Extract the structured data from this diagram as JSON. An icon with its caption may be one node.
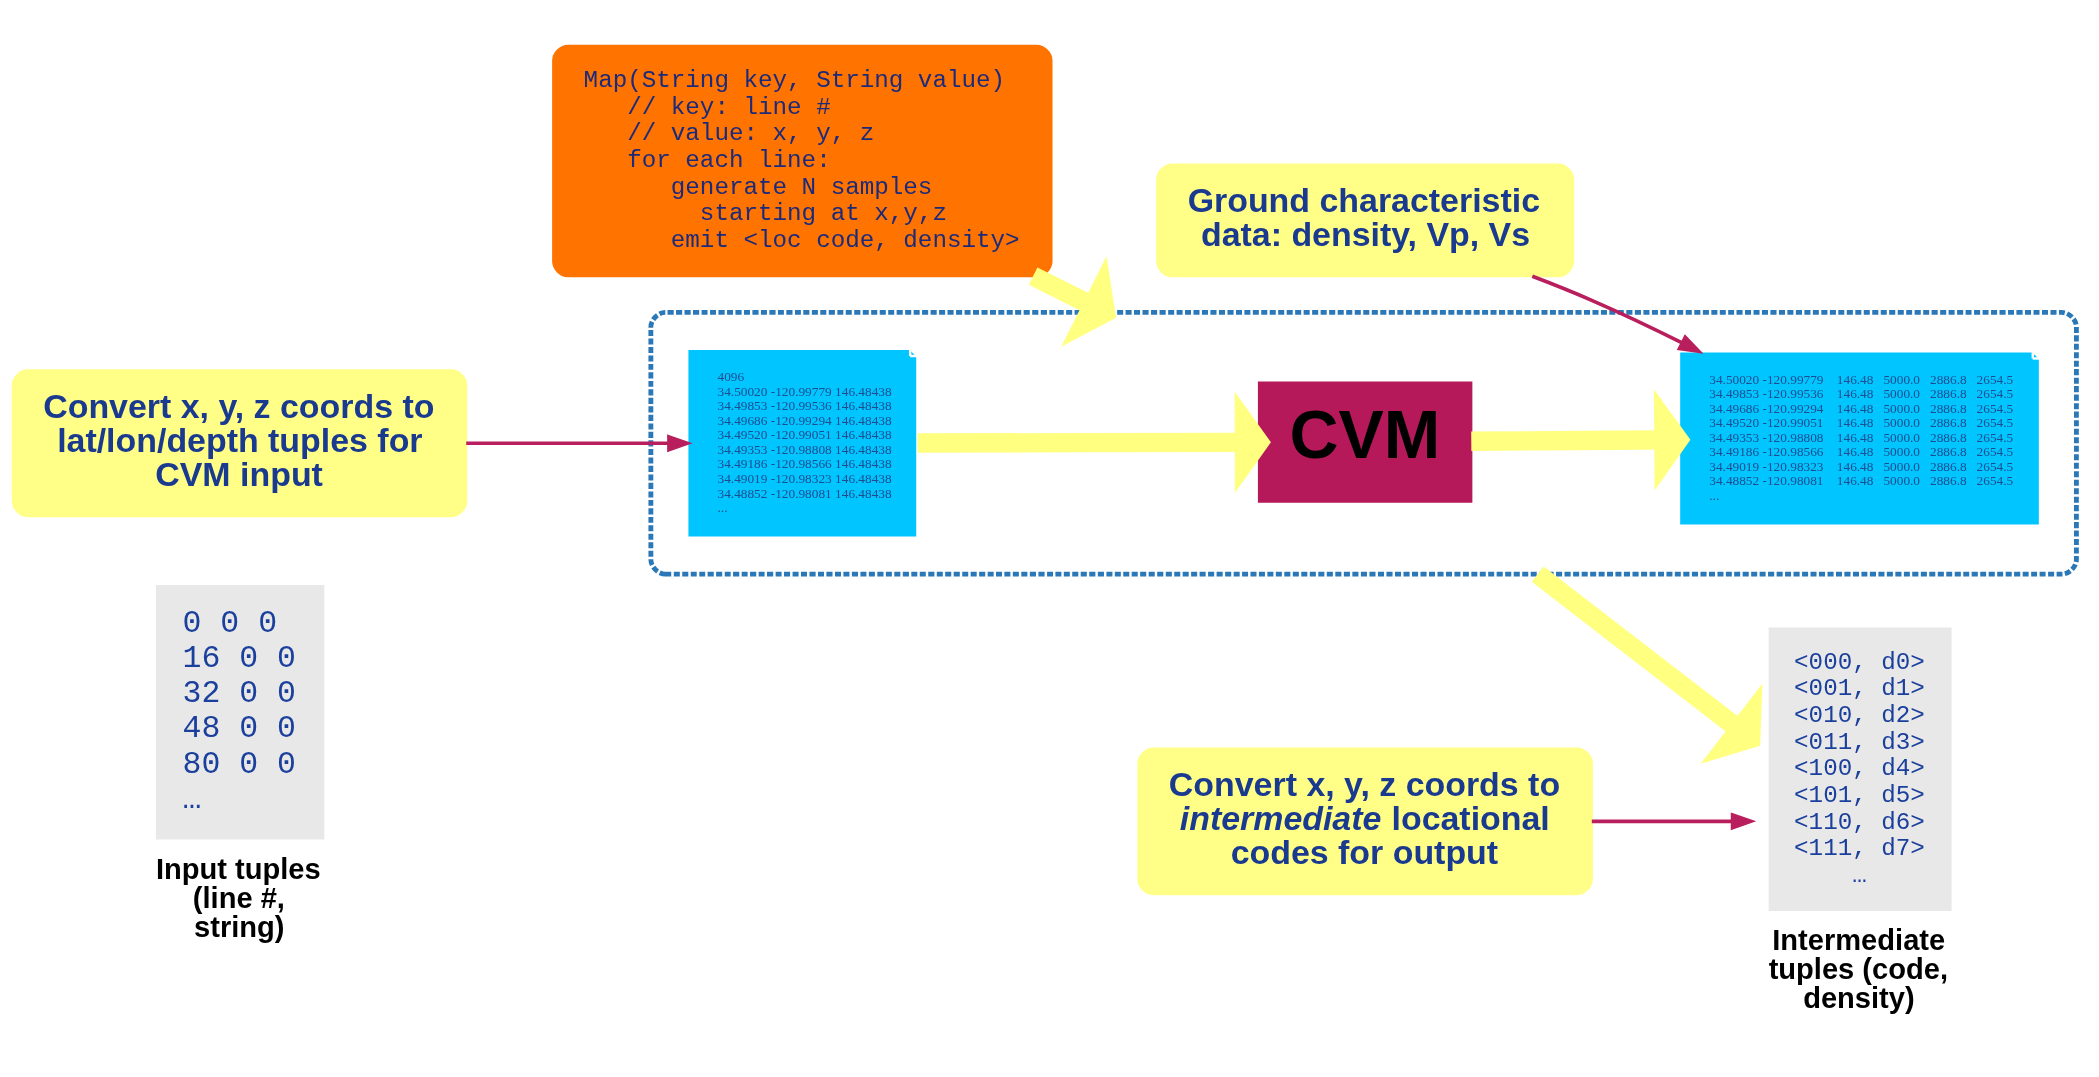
{
  "diagram": {
    "nodes": [
      {
        "text": [
          "0 0 0",
          "16 0 0",
          "32 0 0",
          "48 0 0",
          "80 0 0",
          "…"
        ],
        "beside": [
          "Input tuples (line #, string)"
        ]
      },
      {
        "text": [
          "Map(String key, String value)",
          "   // key: line #",
          "   // value: x, y, z",
          "   for each line:",
          "      generate N samples",
          "        starting at x,y,z",
          "      emit <loc code, density>"
        ]
      },
      {
        "text": [],
        "shape": "box"
      },
      {
        "text": [
          "4096",
          "34.50020 -120.99779 146.48438",
          "34.49853 -120.99536 146.48438",
          "34.49686 -120.99294 146.48438",
          "34.49520 -120.99051 146.48438",
          "34.49353 -120.98808 146.48438",
          "34.49186 -120.98566 146.48438",
          "34.49019 -120.98323 146.48438",
          "34.48852 -120.98081 146.48438",
          "..."
        ],
        "in": 2
      },
      {
        "text": [
          "CVM"
        ],
        "in": 2
      },
      {
        "text": [
          "34.50020 -120.99779    146.48   5000.0   2886.8   2654.5",
          "34.49853 -120.99536    146.48   5000.0   2886.8   2654.5",
          "34.49686 -120.99294    146.48   5000.0   2886.8   2654.5",
          "34.49520 -120.99051    146.48   5000.0   2886.8   2654.5",
          "34.49353 -120.98808    146.48   5000.0   2886.8   2654.5",
          "34.49186 -120.98566    146.48   5000.0   2886.8   2654.5",
          "34.49019 -120.98323    146.48   5000.0   2886.8   2654.5",
          "34.48852 -120.98081    146.48   5000.0   2886.8   2654.5",
          "..."
        ],
        "in": 2
      },
      {
        "text": [
          "<000, d0>",
          "<001, d1>",
          "<010, d2>",
          "<011, d3>",
          "<100, d4>",
          "<101, d5>",
          "<110, d6>",
          "<111, d7>",
          "…"
        ],
        "beside": [
          "Intermediate tuples (code, density)"
        ]
      },
      {
        "text": [
          "Convert x, y, z coords to lat/lon/depth tuples for CVM input"
        ]
      },
      {
        "text": [
          "Ground characteristic data: density, Vp, Vs"
        ]
      },
      {
        "text": [
          "Convert x, y, z coords to *intermediate* locational codes for output"
        ]
      }
    ],
    "edges": [
      {
        "from": 1,
        "to": 2,
        "arrow": "to"
      },
      {
        "from": 3,
        "to": 4,
        "arrow": "to"
      },
      {
        "from": 4,
        "to": 5,
        "arrow": "to"
      },
      {
        "from": 2,
        "to": 6,
        "arrow": "to"
      },
      {
        "from": 7,
        "to": 3,
        "arrow": "to",
        "color": "#b81f5c"
      },
      {
        "from": 8,
        "to": 5,
        "arrow": "to",
        "color": "#b81f5c"
      },
      {
        "from": 9,
        "to": 6,
        "arrow": "to",
        "color": "#b81f5c"
      }
    ]
  }
}
